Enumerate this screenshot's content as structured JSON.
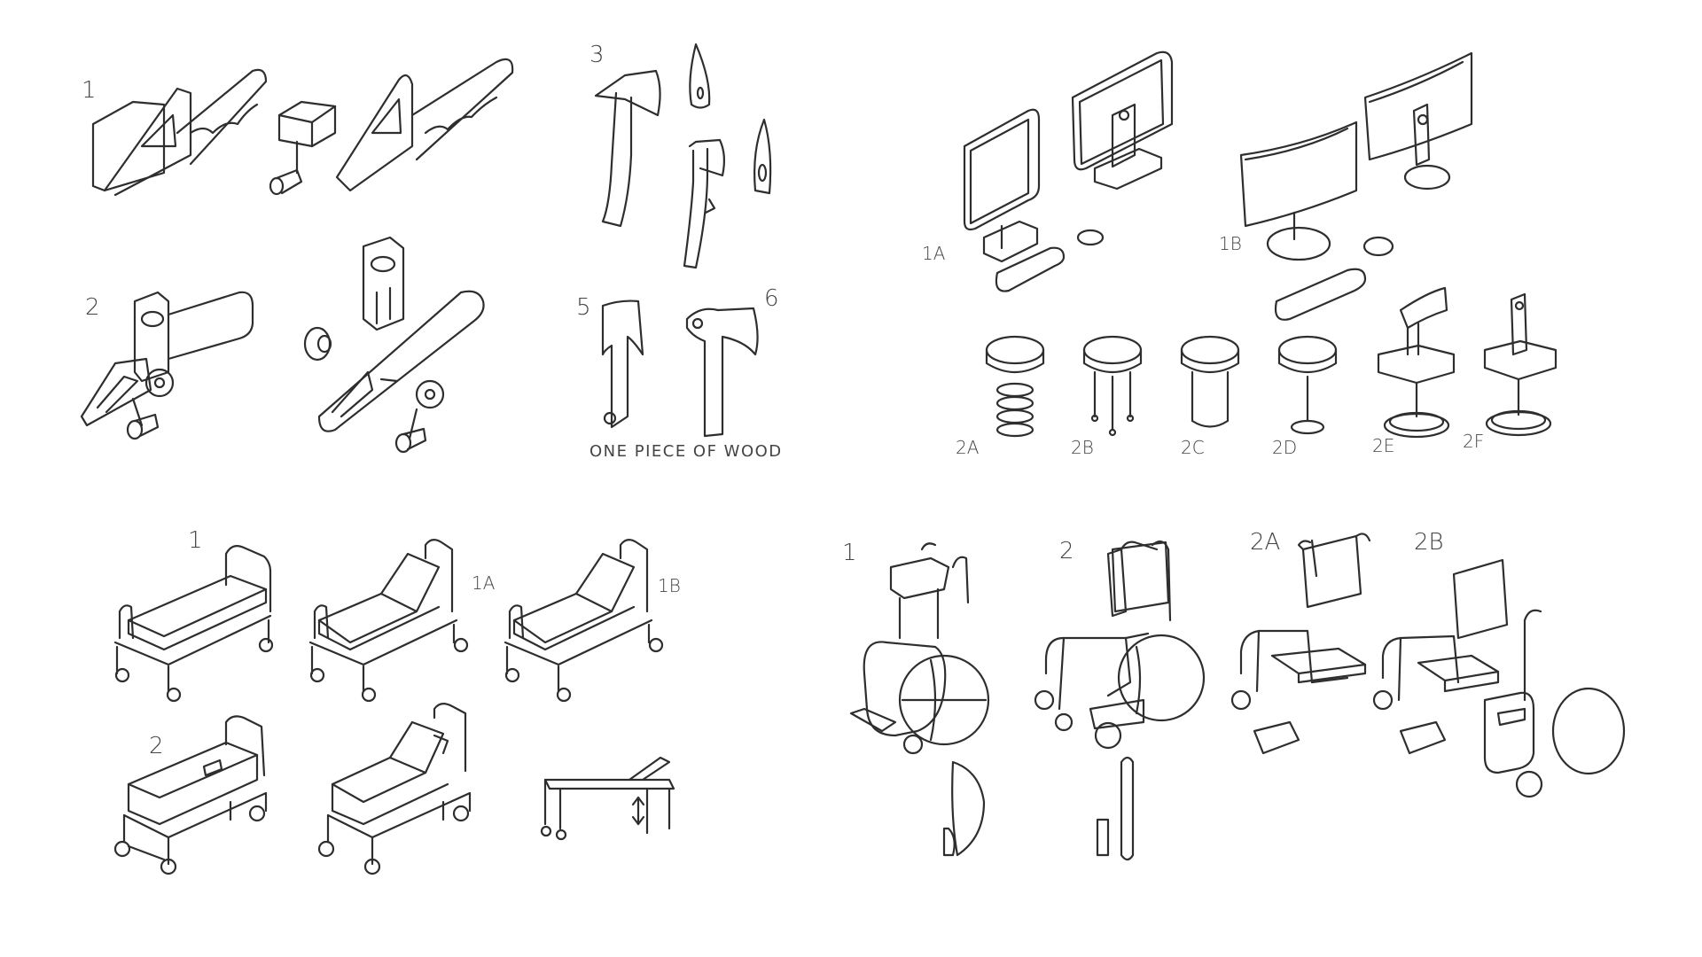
{
  "chainsaw_labels": [
    "1",
    "2"
  ],
  "axe_labels": [
    "3",
    "5",
    "6"
  ],
  "axe_note": "ONE PIECE OF WOOD",
  "computer_labels": [
    "1A",
    "1B"
  ],
  "stool_labels": [
    "2A",
    "2B",
    "2C",
    "2D",
    "2E",
    "2F"
  ],
  "bed_labels": [
    "1",
    "1A",
    "1B",
    "2"
  ],
  "wheelchair_labels": [
    "1",
    "2",
    "2A",
    "2B"
  ]
}
